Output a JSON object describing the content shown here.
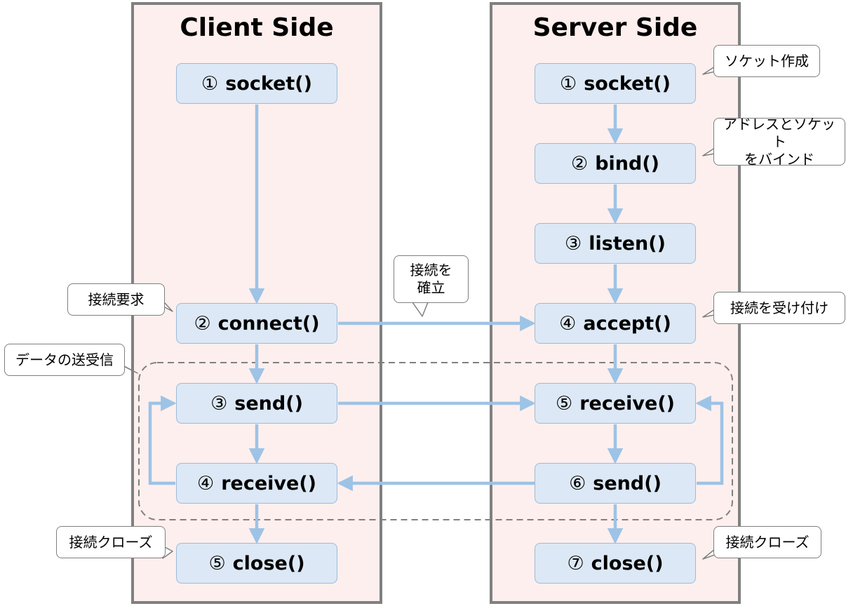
{
  "client": {
    "title": "Client Side",
    "steps": [
      {
        "num": "①",
        "label": "socket()"
      },
      {
        "num": "②",
        "label": "connect()"
      },
      {
        "num": "③",
        "label": "send()"
      },
      {
        "num": "④",
        "label": "receive()"
      },
      {
        "num": "⑤",
        "label": "close()"
      }
    ]
  },
  "server": {
    "title": "Server Side",
    "steps": [
      {
        "num": "①",
        "label": "socket()"
      },
      {
        "num": "②",
        "label": "bind()"
      },
      {
        "num": "③",
        "label": "listen()"
      },
      {
        "num": "④",
        "label": "accept()"
      },
      {
        "num": "⑤",
        "label": "receive()"
      },
      {
        "num": "⑥",
        "label": "send()"
      },
      {
        "num": "⑦",
        "label": "close()"
      }
    ]
  },
  "callouts": {
    "create_socket": "ソケット作成",
    "bind_address": "アドレスとソケット\nをバインド",
    "establish": "接続を\n確立",
    "connect_request": "接続要求",
    "accept_connection": "接続を受け付け",
    "data_exchange": "データの送受信",
    "client_close": "接続クローズ",
    "server_close": "接続クローズ"
  },
  "colors": {
    "lane_fill": "#fdefed",
    "lane_border": "#808080",
    "step_fill": "#dce8f5",
    "step_border": "#9dbad8",
    "arrow": "#9dc3e6",
    "dashed_group": "#808080"
  }
}
